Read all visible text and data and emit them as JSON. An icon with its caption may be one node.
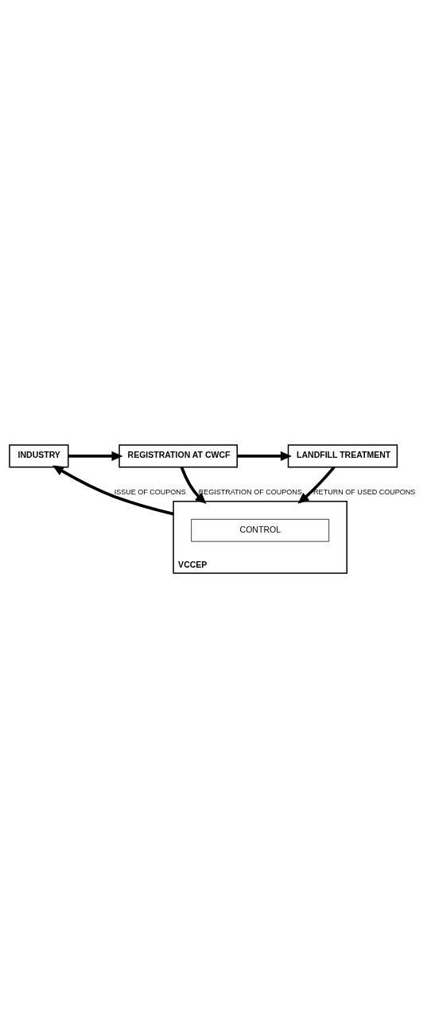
{
  "diagram": {
    "nodes": [
      {
        "text": [
          "INDUSTRY"
        ]
      },
      {
        "text": [
          "REGISTRATION AT CWCF"
        ]
      },
      {
        "text": [
          "LANDFILL TREATMENT"
        ]
      },
      {
        "text": [
          "VCCEP"
        ]
      },
      {
        "text": [
          "CONTROL"
        ],
        "in": 3
      }
    ],
    "edges": [
      {
        "from": 0,
        "to": 1,
        "arrow": "to"
      },
      {
        "from": 1,
        "to": 2,
        "arrow": "to"
      },
      {
        "from": 3,
        "to": 0,
        "arrow": "to",
        "label": "ISSUE OF COUPONS"
      },
      {
        "from": 1,
        "to": 3,
        "arrow": "to",
        "label": "REGISTRATION OF COUPONS"
      },
      {
        "from": 2,
        "to": 3,
        "arrow": "to",
        "label": "RETURN OF USED COUPONS"
      }
    ]
  }
}
